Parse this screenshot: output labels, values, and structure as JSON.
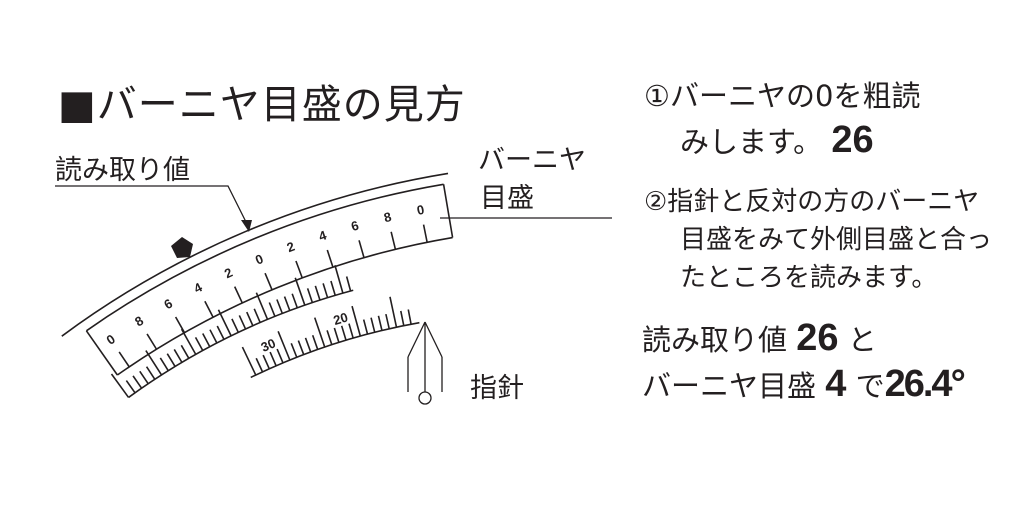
{
  "title": "■バーニヤ目盛の見方",
  "labels": {
    "reading_value": "読み取り値",
    "vernier_line1": "バーニヤ",
    "vernier_line2": "目盛",
    "pointer": "指針"
  },
  "steps": {
    "step1_line1": "①バーニヤの0を粗読",
    "step1_line2_text": "みします。",
    "step1_value": "26",
    "step2_line1": "②指針と反対の方のバーニヤ",
    "step2_line2": "目盛をみて外側目盛と合っ",
    "step2_line3": "たところを読みます。"
  },
  "result": {
    "line1_text": "読み取り値",
    "line1_value": "26",
    "line1_suffix": "と",
    "line2_text": "バーニヤ目盛",
    "line2_value": "4",
    "line2_mid": "で",
    "line2_result": "26.4°"
  },
  "scale": {
    "vernier_labels": [
      "0",
      "8",
      "6",
      "4",
      "2",
      "0",
      "2",
      "4",
      "6",
      "8",
      "0"
    ],
    "main_labels": [
      "30",
      "20"
    ]
  }
}
